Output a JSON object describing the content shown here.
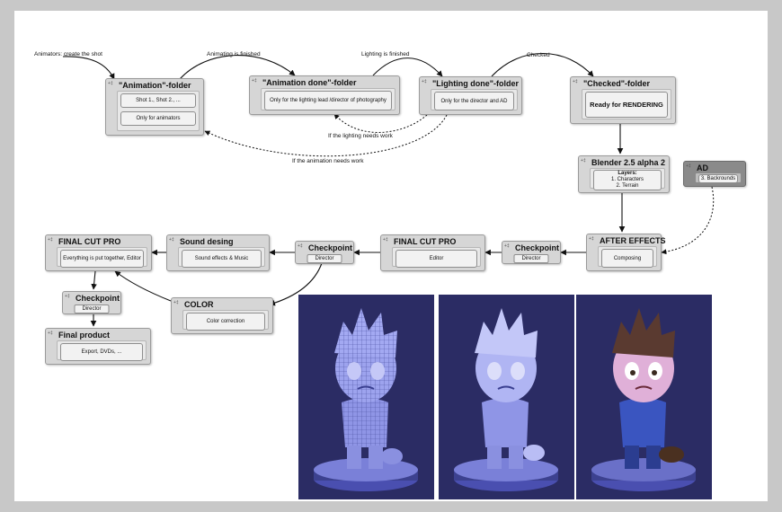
{
  "colors": {
    "page": "#c8c8c8",
    "canvas": "#ffffff",
    "node": "#d6d6d6",
    "node_dark": "#8a8a8a",
    "render_bg": "#2b2c64"
  },
  "edge_labels": {
    "animators": "Animators: create the shot",
    "anim_finished": "Animating is finished",
    "light_finished": "Lighting is finished",
    "checked": "Checked",
    "lighting_needs": "If the lighting needs work",
    "anim_needs": "If the animation needs work"
  },
  "nodes": {
    "animation": {
      "pin": "+‡",
      "title": "\"Animation\"-folder",
      "items": [
        "Shot 1., Shot 2., ...",
        "Only for animators"
      ]
    },
    "animation_done": {
      "pin": "+‡",
      "title": "\"Animation done\"-folder",
      "items": [
        "Only for the lighting lead /director of photography"
      ]
    },
    "lighting_done": {
      "pin": "+‡",
      "title": "\"Lighting done\"-folder",
      "items": [
        "Only for the director and AD"
      ]
    },
    "checked": {
      "pin": "+‡",
      "title": "\"Checked\"-folder",
      "items": [
        "Ready for RENDERING"
      ]
    },
    "blender": {
      "pin": "+‡",
      "title": "Blender 2.5 alpha 2",
      "items": [
        "Layers:",
        "1. Characters",
        "2. Terrain"
      ]
    },
    "ad": {
      "pin": "+‡",
      "title": "AD",
      "items": [
        "3. Backrounds"
      ]
    },
    "after_effects": {
      "pin": "+‡",
      "title": "AFTER EFFECTS",
      "items": [
        "Composing"
      ]
    },
    "checkpoint1": {
      "pin": "+‡",
      "title": "Checkpoint",
      "items": [
        "Director"
      ]
    },
    "fcp1": {
      "pin": "+‡",
      "title": "FINAL CUT PRO",
      "items": [
        "Editor"
      ]
    },
    "checkpoint2": {
      "pin": "+‡",
      "title": "Checkpoint",
      "items": [
        "Director"
      ]
    },
    "sound": {
      "pin": "+‡",
      "title": "Sound desing",
      "items": [
        "Sound effects & Music"
      ]
    },
    "fcp2": {
      "pin": "+‡",
      "title": "FINAL CUT PRO",
      "items": [
        "Everything is put together, Editor"
      ]
    },
    "checkpoint3": {
      "pin": "+‡",
      "title": "Checkpoint",
      "items": [
        "Director"
      ]
    },
    "color": {
      "pin": "+‡",
      "title": "COLOR",
      "items": [
        "Color correction"
      ]
    },
    "final": {
      "pin": "+‡",
      "title": "Final product",
      "items": [
        "Export, DVDs, ..."
      ]
    }
  }
}
